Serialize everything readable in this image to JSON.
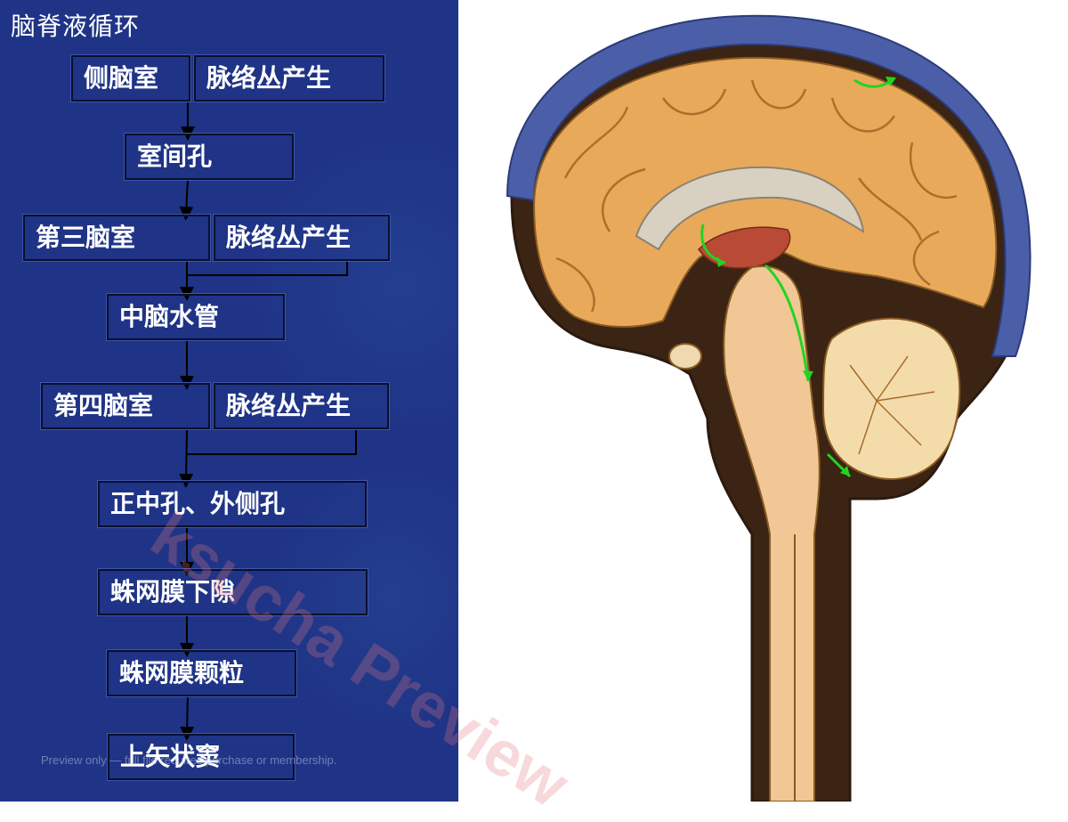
{
  "slide": {
    "title": "脑脊液循环",
    "footer_note": "Preview only — full file requires purchase or membership.",
    "watermark": "ksucha Preview"
  },
  "flow": {
    "lateral_ventricle": "侧脑室",
    "choroid_plexus_1": "脉络丛产生",
    "interventricular_foramen": "室间孔",
    "third_ventricle": "第三脑室",
    "choroid_plexus_2": "脉络丛产生",
    "cerebral_aqueduct": "中脑水管",
    "fourth_ventricle": "第四脑室",
    "choroid_plexus_3": "脉络丛产生",
    "median_lateral_apertures": "正中孔、外侧孔",
    "subarachnoid_space": "蛛网膜下隙",
    "arachnoid_granulations": "蛛网膜颗粒",
    "superior_sagittal_sinus": "上矢状窦"
  },
  "colors": {
    "panel_background": "#1f3486",
    "flow_arrow_green": "#22d422",
    "sinus_blue": "#4a5fa8",
    "brain_tan": "#e8a95a"
  }
}
